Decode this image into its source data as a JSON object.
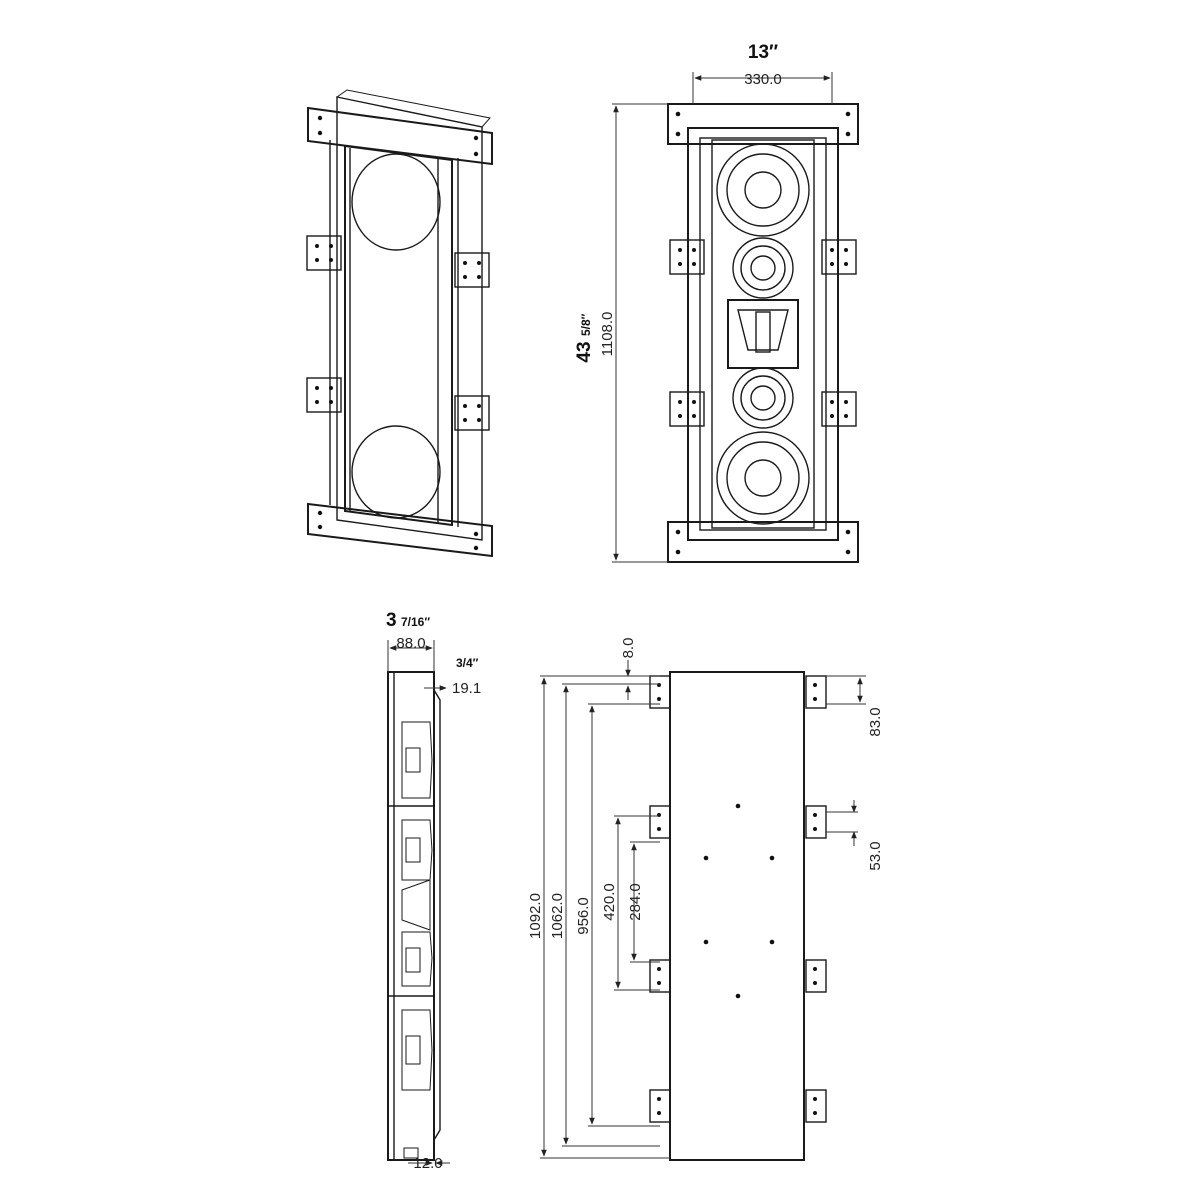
{
  "dimensions": {
    "width_in": "13″",
    "width_mm": "330.0",
    "height_in_whole": "43",
    "height_in_frac": "5/8″",
    "height_mm": "1108.0",
    "depth_in_whole": "3",
    "depth_in_frac": "7/16″",
    "depth_mm": "88.0",
    "flange_in": "3/4″",
    "flange_mm": "19.1",
    "bottom_mm": "12.0",
    "top_offset_mm": "8.0",
    "cutout_1092": "1092.0",
    "cutout_1062": "1062.0",
    "tab_956": "956.0",
    "tab_420": "420.0",
    "tab_284": "284.0",
    "tab_83": "83.0",
    "tab_53": "53.0"
  }
}
